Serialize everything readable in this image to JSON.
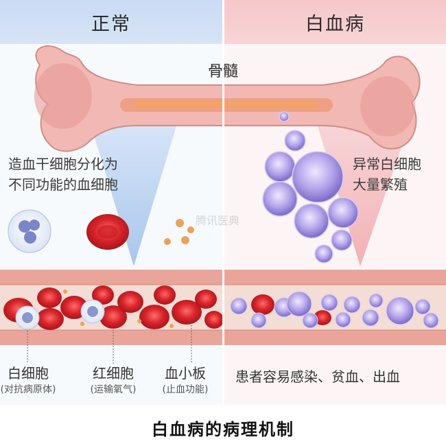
{
  "header": {
    "left": "正常",
    "right": "白血病"
  },
  "bone_label": "骨髓",
  "normal_description": [
    "造血干细胞分化为",
    "不同功能的血细胞"
  ],
  "leukemia_description": [
    "异常白细胞",
    "大量繁殖"
  ],
  "cells": [
    {
      "name": "白细胞",
      "function": "(对抗病原体)"
    },
    {
      "name": "红细胞",
      "function": "(运输氧气)"
    },
    {
      "name": "血小板",
      "function": "(止血功能)"
    }
  ],
  "leukemia_result": "患者容易感染、贫血、出血",
  "caption": "白血病的病理机制",
  "watermark": "腾讯医典",
  "colors": {
    "normal_header": "#cfdff4",
    "leukemia_header": "#f7cdd0",
    "vessel": "#e9a59a",
    "rbc": "#d8282c",
    "leukemia_cell": "#8f7fd2"
  }
}
